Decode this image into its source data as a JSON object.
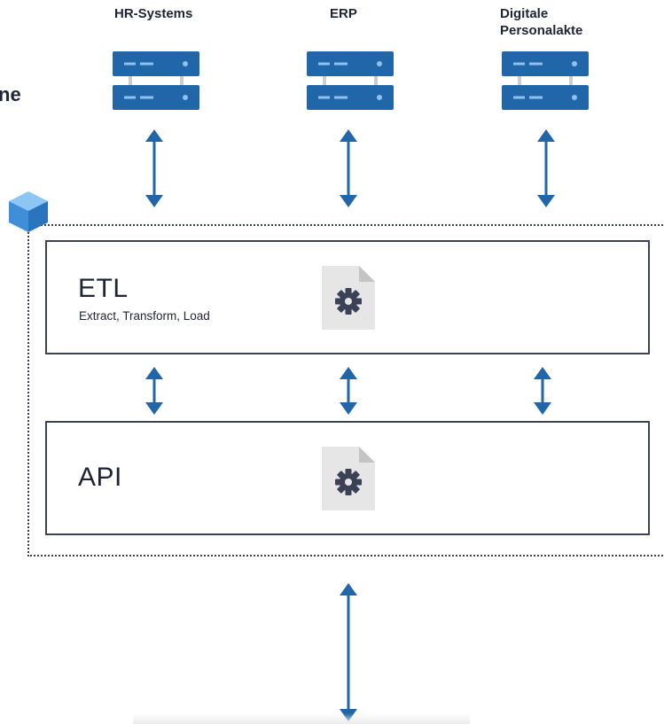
{
  "header_partial_text": "ne",
  "systems": [
    {
      "id": "hr",
      "label": "HR-Systems"
    },
    {
      "id": "erp",
      "label": "ERP"
    },
    {
      "id": "dp",
      "label_line1": "Digitale",
      "label_line2": "Personalakte"
    }
  ],
  "layers": {
    "etl": {
      "title": "ETL",
      "subtitle": "Extract, Transform, Load"
    },
    "api": {
      "title": "API"
    }
  },
  "colors": {
    "server_blue": "#2166a8",
    "arrow_blue": "#2166a8",
    "cube_blue": "#4a9be0",
    "border": "#3b4256",
    "doc_gray": "#e6e6e6"
  },
  "icons": [
    "server-icon",
    "double-arrow-icon",
    "cube-icon",
    "gear-document-icon"
  ]
}
